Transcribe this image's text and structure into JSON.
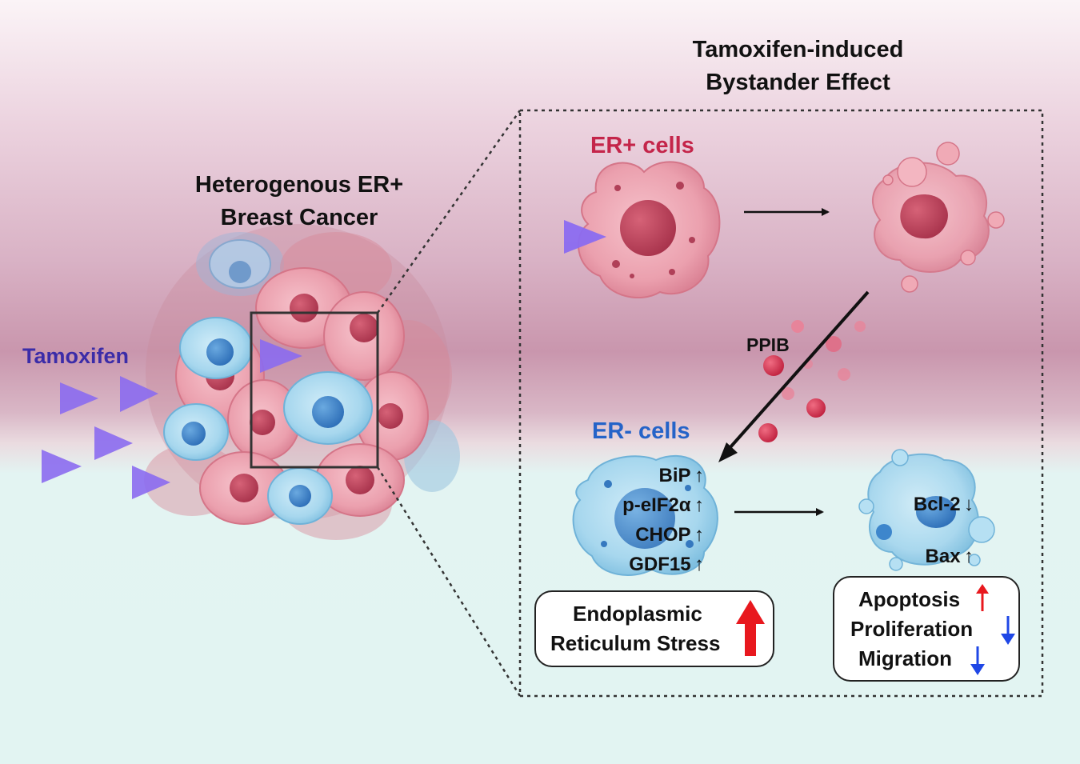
{
  "title": {
    "line1": "Tamoxifen-induced",
    "line2": "Bystander Effect"
  },
  "tumor_label": {
    "line1": "Heterogenous ER+",
    "line2": "Breast Cancer"
  },
  "drug_label": "Tamoxifen",
  "er_pos_label": "ER+ cells",
  "er_neg_label": "ER- cells",
  "secreted_factor": "PPIB",
  "er_neg_markers": [
    {
      "name": "BiP",
      "arrow": "↑"
    },
    {
      "name": "p-eIF2α",
      "arrow": "↑"
    },
    {
      "name": "CHOP",
      "arrow": "↑"
    },
    {
      "name": "GDF15",
      "arrow": "↑"
    }
  ],
  "apoptotic_markers": [
    {
      "name": "Bcl-2",
      "arrow": "↓"
    },
    {
      "name": "Bax",
      "arrow": "↑"
    }
  ],
  "stress_box": {
    "line1": "Endoplasmic",
    "line2": "Reticulum Stress"
  },
  "outcomes": [
    {
      "name": "Apoptosis",
      "direction": "up"
    },
    {
      "name": "Proliferation",
      "direction": "down"
    },
    {
      "name": "Migration",
      "direction": "down"
    }
  ],
  "colors": {
    "er_pos_text": "#c4254a",
    "er_neg_text": "#2563c8",
    "drug_text": "#3b2ca8",
    "drug_triangle": "#8b6cf0",
    "up_arrow": "#e8181e",
    "down_arrow": "#1f47e6",
    "pink_cell": "#eea3b0",
    "blue_cell": "#a9d8ef"
  }
}
